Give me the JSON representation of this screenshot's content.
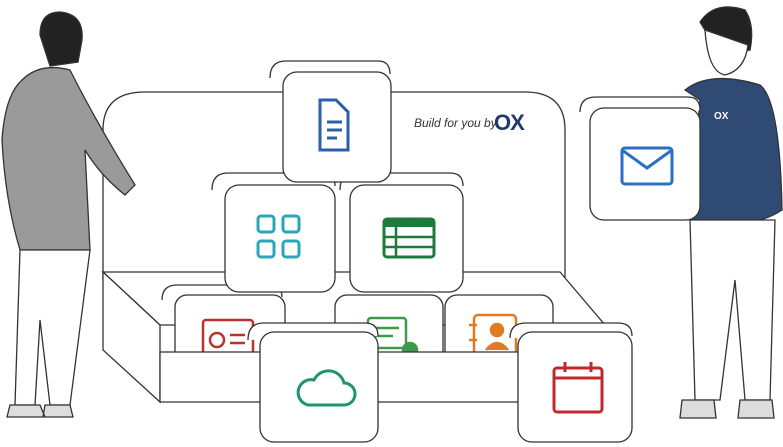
{
  "tagline": "Build for you by",
  "brand": "OX",
  "shirt_brand": "OX",
  "colors": {
    "brand": "#203a6b",
    "doc": "#2d5fa8",
    "apps": "#2aa6b8",
    "sheet": "#1e7a3c",
    "presentation": "#b83232",
    "notes": "#3c9a4a",
    "contacts": "#e07b22",
    "cloud": "#1f9470",
    "calendar": "#c0282c",
    "mail": "#2a6fc4",
    "sweater": "#2f4b74",
    "jacket": "#9a9a9a"
  },
  "cubes": [
    {
      "icon": "document-icon"
    },
    {
      "icon": "apps-grid-icon"
    },
    {
      "icon": "spreadsheet-icon"
    },
    {
      "icon": "presentation-icon"
    },
    {
      "icon": "notes-icon"
    },
    {
      "icon": "contacts-icon"
    },
    {
      "icon": "cloud-icon"
    },
    {
      "icon": "calendar-icon"
    },
    {
      "icon": "mail-icon"
    }
  ]
}
